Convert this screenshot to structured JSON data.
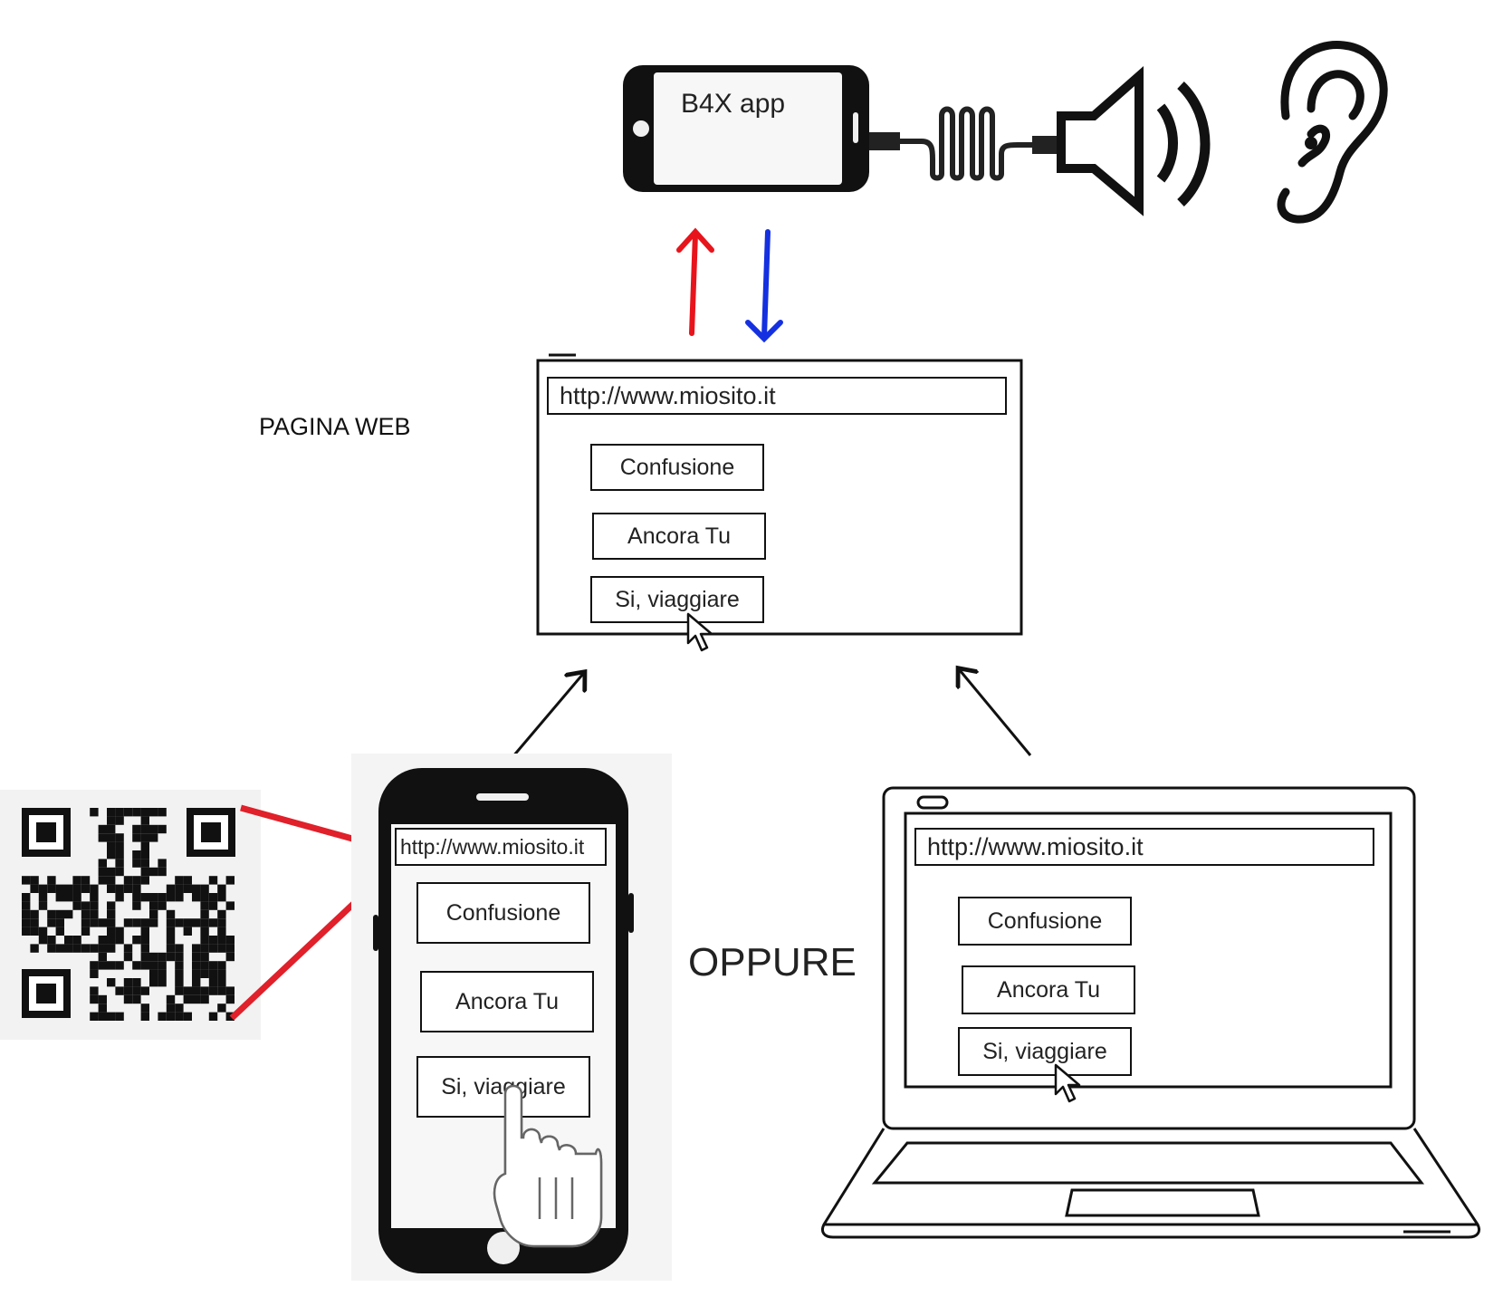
{
  "top_phone": {
    "app_label": "B4X app"
  },
  "web_page": {
    "label": "PAGINA WEB",
    "url": "http://www.miosito.it",
    "buttons": [
      "Confusione",
      "Ancora Tu",
      "Si, viaggiare"
    ]
  },
  "mobile": {
    "url": "http://www.miosito.it",
    "buttons": [
      "Confusione",
      "Ancora Tu",
      "Si, viaggiare"
    ]
  },
  "separator": {
    "label": "OPPURE"
  },
  "laptop": {
    "url": "http://www.miosito.it",
    "buttons": [
      "Confusione",
      "Ancora Tu",
      "Si, viaggiare"
    ]
  },
  "colors": {
    "up_arrow": "#e8141c",
    "down_arrow": "#1430e0",
    "qr_link": "#e0202a"
  },
  "icons": [
    "smartphone-icon",
    "cable-icon",
    "speaker-icon",
    "ear-icon",
    "qr-code-icon",
    "hand-pointer-icon",
    "cursor-icon",
    "laptop-icon"
  ]
}
